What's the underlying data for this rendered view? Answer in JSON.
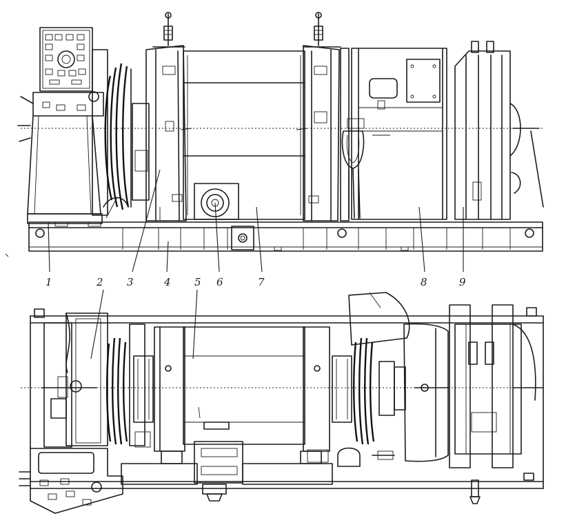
{
  "figure": {
    "callouts": [
      "1",
      "2",
      "3",
      "4",
      "5",
      "6",
      "7",
      "8",
      "9"
    ],
    "colors": {
      "ink": "#1a1a1a",
      "paper": "#ffffff"
    }
  }
}
